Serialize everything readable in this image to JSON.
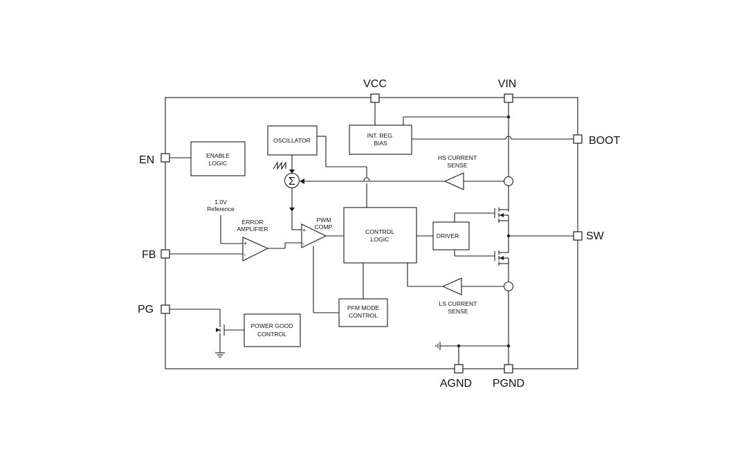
{
  "pins": {
    "vcc": "VCC",
    "vin": "VIN",
    "boot": "BOOT",
    "en": "EN",
    "fb": "FB",
    "pg": "PG",
    "sw": "SW",
    "agnd": "AGND",
    "pgnd": "PGND"
  },
  "blocks": {
    "enable_logic": [
      "ENABLE",
      "LOGIC"
    ],
    "oscillator": "OSCILLATOR",
    "int_reg_bias": [
      "INT. REG.",
      "BIAS"
    ],
    "control_logic": [
      "CONTROL",
      "LOGIC"
    ],
    "driver": "DRIVER",
    "pfm_mode_control": [
      "PFM MODE",
      "CONTROL"
    ],
    "power_good_control": [
      "POWER GOOD",
      "CONTROL"
    ]
  },
  "labels": {
    "hs_current_sense": [
      "HS CURRENT",
      "SENSE"
    ],
    "ls_current_sense": [
      "LS CURRENT",
      "SENSE"
    ],
    "reference": [
      "1.0V",
      "Reference"
    ],
    "error_amplifier": [
      "ERROR",
      "AMPLIFIER"
    ],
    "pwm_comp": [
      "PWM",
      "COMP."
    ],
    "plus": "+",
    "minus": "-",
    "sigma": "Σ"
  }
}
